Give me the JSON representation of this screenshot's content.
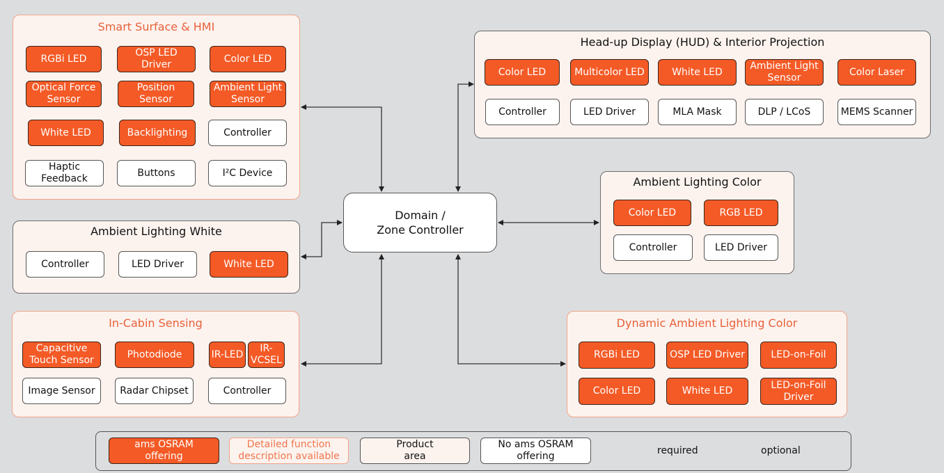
{
  "colors": {
    "ams_offering": "#f45a26",
    "detailed_border": "#f2a487",
    "orange_title": "#e8613a",
    "group_fill": "#fcf3ef",
    "background": "#dcdddf"
  },
  "center": {
    "label": "Domain / Zone Controller",
    "line1": "Domain /",
    "line2": "Zone Controller"
  },
  "groups": {
    "smart_surface": {
      "title": "Smart Surface & HMI",
      "items": [
        "RGBi LED",
        "OSP LED Driver",
        "Color LED",
        "Optical Force Sensor",
        "Position Sensor",
        "Ambient Light Sensor",
        "White LED",
        "Backlighting",
        "Controller",
        "Haptic Feedback",
        "Buttons",
        "I²C Device"
      ]
    },
    "ambient_white": {
      "title": "Ambient Lighting White",
      "items": [
        "Controller",
        "LED Driver",
        "White LED"
      ]
    },
    "in_cabin": {
      "title": "In-Cabin Sensing",
      "items": [
        "Capacitive Touch Sensor",
        "Photodiode",
        "IR-LED",
        "IR-VCSEL",
        "Image Sensor",
        "Radar Chipset",
        "Controller"
      ]
    },
    "hud": {
      "title": "Head-up Display (HUD) & Interior Projection",
      "items": [
        "Color LED",
        "Multicolor LED",
        "White LED",
        "Ambient Light Sensor",
        "Color Laser",
        "Controller",
        "LED Driver",
        "MLA Mask",
        "DLP / LCoS",
        "MEMS Scanner"
      ]
    },
    "ambient_color": {
      "title": "Ambient Lighting Color",
      "items": [
        "Color LED",
        "RGB LED",
        "Controller",
        "LED Driver"
      ]
    },
    "dynamic": {
      "title": "Dynamic Ambient Lighting Color",
      "items": [
        "RGBi LED",
        "OSP LED Driver",
        "LED-on-Foil",
        "Color LED",
        "White LED",
        "LED-on-Foil Driver"
      ]
    }
  },
  "legend": {
    "ams": "ams OSRAM offering",
    "detailed": "Detailed function description available",
    "product_area": "Product area",
    "no_ams": "No ams OSRAM offering",
    "required": "required",
    "optional": "optional"
  }
}
